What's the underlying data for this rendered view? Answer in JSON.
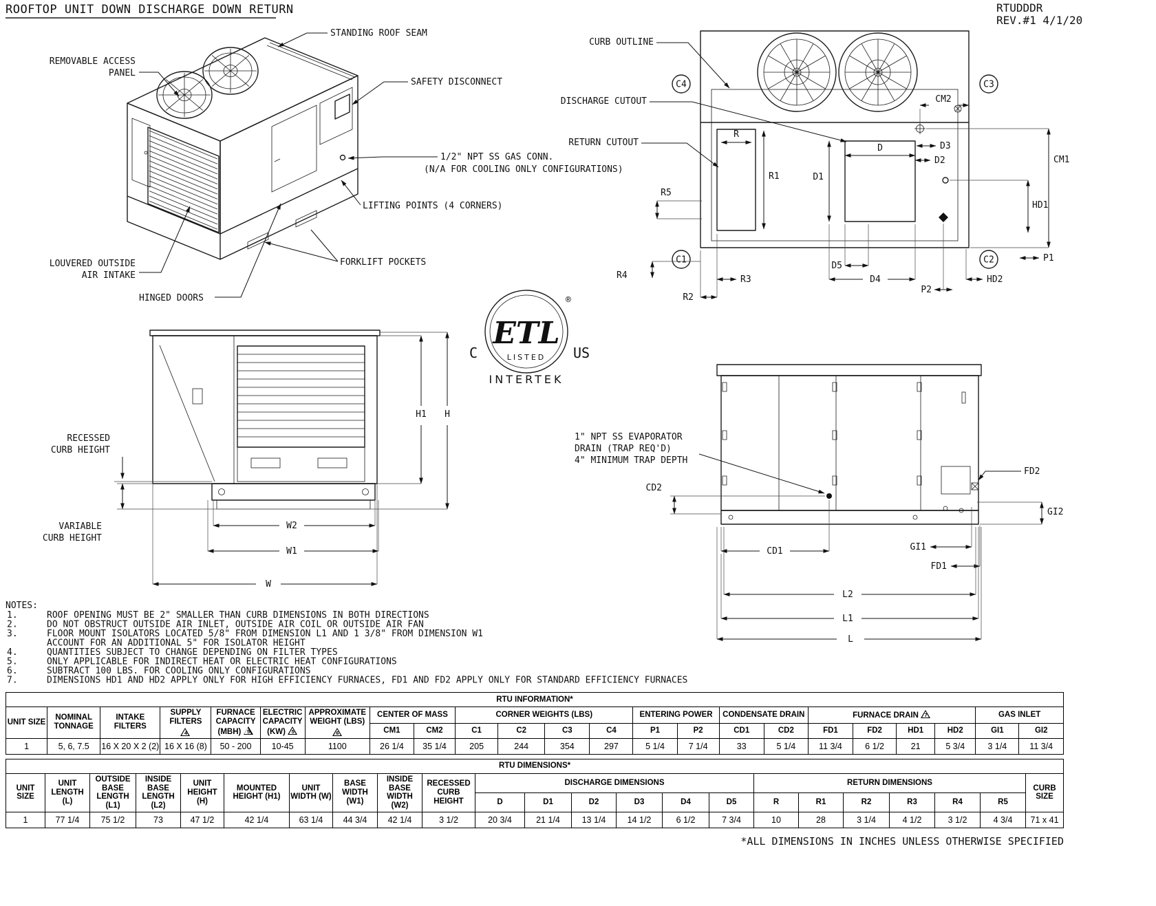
{
  "sheet": {
    "title": "ROOFTOP UNIT DOWN DISCHARGE DOWN RETURN",
    "doc_code": "RTUDDDR",
    "doc_rev": "REV.#1 4/1/20",
    "footnote": "*ALL DIMENSIONS IN INCHES UNLESS OTHERWISE SPECIFIED"
  },
  "iso": {
    "removable_access_1": "REMOVABLE ACCESS",
    "removable_access_2": "PANEL",
    "roof_seam": "STANDING ROOF SEAM",
    "safety_disconnect": "SAFETY DISCONNECT",
    "gas_conn_1": "1/2\" NPT SS GAS CONN.",
    "gas_conn_2": "(N/A FOR COOLING ONLY CONFIGURATIONS)",
    "lifting_points": "LIFTING POINTS (4 CORNERS)",
    "forklift_pockets": "FORKLIFT POCKETS",
    "louvered_1": "LOUVERED OUTSIDE",
    "louvered_2": "AIR INTAKE",
    "hinged_doors": "HINGED DOORS"
  },
  "plan": {
    "curb_outline": "CURB OUTLINE",
    "discharge_cutout": "DISCHARGE CUTOUT",
    "return_cutout": "RETURN CUTOUT",
    "c1": "C1",
    "c2": "C2",
    "c3": "C3",
    "c4": "C4",
    "cm1": "CM1",
    "cm2": "CM2",
    "r": "R",
    "r1": "R1",
    "r2": "R2",
    "r3": "R3",
    "r4": "R4",
    "r5": "R5",
    "d": "D",
    "d1": "D1",
    "d2": "D2",
    "d3": "D3",
    "d4": "D4",
    "d5": "D5",
    "hd1": "HD1",
    "hd2": "HD2",
    "p1": "P1",
    "p2": "P2"
  },
  "front": {
    "recessed_1": "RECESSED",
    "recessed_2": "CURB HEIGHT",
    "variable_1": "VARIABLE",
    "variable_2": "CURB HEIGHT",
    "h": "H",
    "h1": "H1",
    "w": "W",
    "w1": "W1",
    "w2": "W2"
  },
  "side": {
    "drain_1": "1\" NPT SS EVAPORATOR",
    "drain_2": "DRAIN (TRAP REQ'D)",
    "drain_3": "4\" MINIMUM TRAP DEPTH",
    "cd1": "CD1",
    "cd2": "CD2",
    "fd1": "FD1",
    "fd2": "FD2",
    "gi1": "GI1",
    "gi2": "GI2",
    "l": "L",
    "l1": "L1",
    "l2": "L2"
  },
  "logo": {
    "c": "C",
    "us": "US",
    "etl": "ETL",
    "listed": "LISTED",
    "intertek": "INTERTEK",
    "reg": "®"
  },
  "notes": {
    "heading": "NOTES:",
    "items": [
      {
        "num": "1.",
        "text": "ROOF OPENING MUST BE 2\" SMALLER THAN CURB DIMENSIONS IN BOTH DIRECTIONS"
      },
      {
        "num": "2.",
        "text": "DO NOT OBSTRUCT OUTSIDE AIR INLET, OUTSIDE AIR COIL OR OUTSIDE AIR FAN"
      },
      {
        "num": "3.",
        "text": "FLOOR MOUNT ISOLATORS LOCATED 5/8\" FROM DIMENSION L1 AND 1 3/8\" FROM DIMENSION W1"
      },
      {
        "num": "",
        "text": "ACCOUNT FOR AN ADDITIONAL 5\" FOR ISOLATOR HEIGHT"
      },
      {
        "num": "4.",
        "text": "QUANTITIES SUBJECT TO CHANGE DEPENDING ON FILTER TYPES"
      },
      {
        "num": "5.",
        "text": "ONLY APPLICABLE FOR INDIRECT HEAT OR ELECTRIC HEAT CONFIGURATIONS"
      },
      {
        "num": "6.",
        "text": "SUBTRACT 100 LBS. FOR COOLING ONLY CONFIGURATIONS"
      },
      {
        "num": "7.",
        "text": "DIMENSIONS HD1 AND HD2 APPLY ONLY FOR HIGH EFFICIENCY FURNACES, FD1 AND FD2 APPLY ONLY FOR STANDARD EFFICIENCY FURNACES"
      }
    ]
  },
  "info_table": {
    "title": "RTU INFORMATION*",
    "h": {
      "unit_size": "UNIT SIZE",
      "nominal_tonnage": "NOMINAL TONNAGE",
      "intake_filters": "INTAKE FILTERS",
      "supply_filters": "SUPPLY FILTERS",
      "furnace_capacity": "FURNACE CAPACITY (MBH)",
      "electric_capacity": "ELECTRIC CAPACITY (KW)",
      "approx_weight": "APPROXIMATE WEIGHT (LBS)",
      "center_of_mass": "CENTER OF MASS",
      "corner_weights": "CORNER WEIGHTS (LBS)",
      "entering_power": "ENTERING POWER",
      "condensate_drain": "CONDENSATE DRAIN",
      "furnace_drain": "FURNACE DRAIN",
      "gas_inlet": "GAS INLET"
    },
    "note_refs": {
      "supply_filters": "4",
      "furnace_capacity": "5",
      "electric_capacity": "5",
      "approx_weight": "6",
      "furnace_drain": "7"
    },
    "sub": [
      "CM1",
      "CM2",
      "C1",
      "C2",
      "C3",
      "C4",
      "P1",
      "P2",
      "CD1",
      "CD2",
      "FD1",
      "FD2",
      "HD1",
      "HD2",
      "GI1",
      "GI2"
    ],
    "row": [
      "1",
      "5, 6, 7.5",
      "16 X 20 X 2 (2)",
      "16 X 16 (8)",
      "50 - 200",
      "10-45",
      "1100",
      "26 1/4",
      "35 1/4",
      "205",
      "244",
      "354",
      "297",
      "5 1/4",
      "7 1/4",
      "33",
      "5 1/4",
      "11 3/4",
      "6 1/2",
      "21",
      "5 3/4",
      "3 1/4",
      "11 3/4"
    ]
  },
  "dim_table": {
    "title": "RTU DIMENSIONS*",
    "h": {
      "unit_size": "UNIT SIZE",
      "unit_length": "UNIT LENGTH (L)",
      "outside_base_length": "OUTSIDE BASE LENGTH (L1)",
      "inside_base_length": "INSIDE BASE LENGTH (L2)",
      "unit_height": "UNIT HEIGHT (H)",
      "mounted_height": "MOUNTED HEIGHT (H1)",
      "unit_width": "UNIT WIDTH (W)",
      "base_width": "BASE WIDTH (W1)",
      "inside_base_width": "INSIDE BASE WIDTH (W2)",
      "recessed_curb_height": "RECESSED CURB HEIGHT",
      "discharge_dimensions": "DISCHARGE DIMENSIONS",
      "return_dimensions": "RETURN DIMENSIONS",
      "curb_size": "CURB SIZE"
    },
    "sub": [
      "D",
      "D1",
      "D2",
      "D3",
      "D4",
      "D5",
      "R",
      "R1",
      "R2",
      "R3",
      "R4",
      "R5"
    ],
    "row": [
      "1",
      "77 1/4",
      "75 1/2",
      "73",
      "47 1/2",
      "42 1/4",
      "63 1/4",
      "44 3/4",
      "42 1/4",
      "3 1/2",
      "20 3/4",
      "21 1/4",
      "13 1/4",
      "14 1/2",
      "6 1/2",
      "7 3/4",
      "10",
      "28",
      "3 1/4",
      "4 1/2",
      "3 1/2",
      "4 3/4",
      "71 x 41"
    ]
  }
}
